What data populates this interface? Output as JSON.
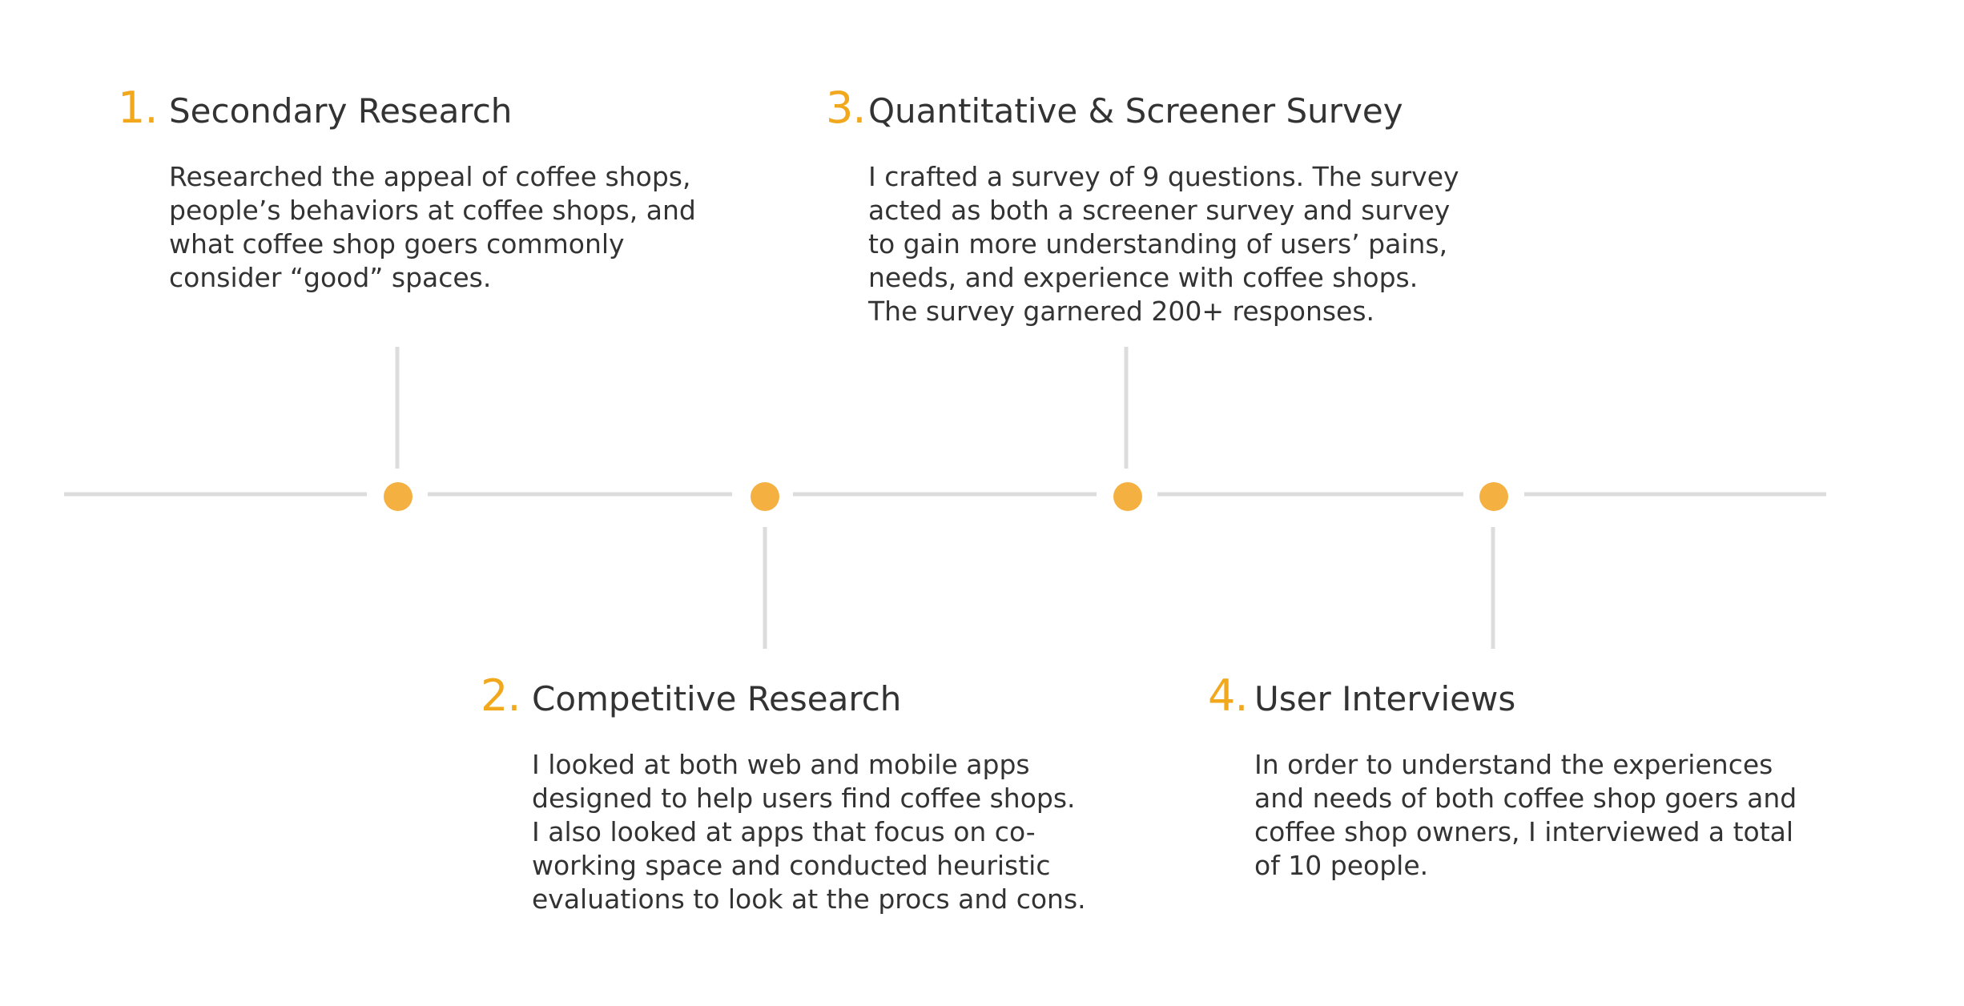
{
  "colors": {
    "accent": "#F5B042",
    "number": "#F2A81D",
    "line": "#DCDCDC",
    "text": "#333333"
  },
  "steps": [
    {
      "number": "1.",
      "title": "Secondary Research",
      "lines": [
        "Researched the appeal of coffee shops,",
        "people’s behaviors at coffee shops, and",
        "what coffee shop goers commonly",
        "consider “good” spaces."
      ]
    },
    {
      "number": "2.",
      "title": "Competitive Research",
      "lines": [
        "I looked at both web and mobile apps",
        "designed to help users find coffee shops.",
        "I also looked at apps that focus on co-",
        "working space and conducted heuristic",
        "evaluations to look at the procs and cons."
      ]
    },
    {
      "number": "3.",
      "title": "Quantitative & Screener Survey",
      "lines": [
        "I crafted a survey of 9 questions. The survey",
        "acted as both a screener survey and survey",
        "to gain more understanding of users’ pains,",
        "needs, and experience with coffee shops.",
        "The survey garnered 200+ responses."
      ]
    },
    {
      "number": "4.",
      "title": "User Interviews",
      "lines": [
        "In order to understand the experiences",
        "and needs of both coffee shop goers and",
        "coffee shop owners, I interviewed a total",
        "of 10 people."
      ]
    }
  ]
}
